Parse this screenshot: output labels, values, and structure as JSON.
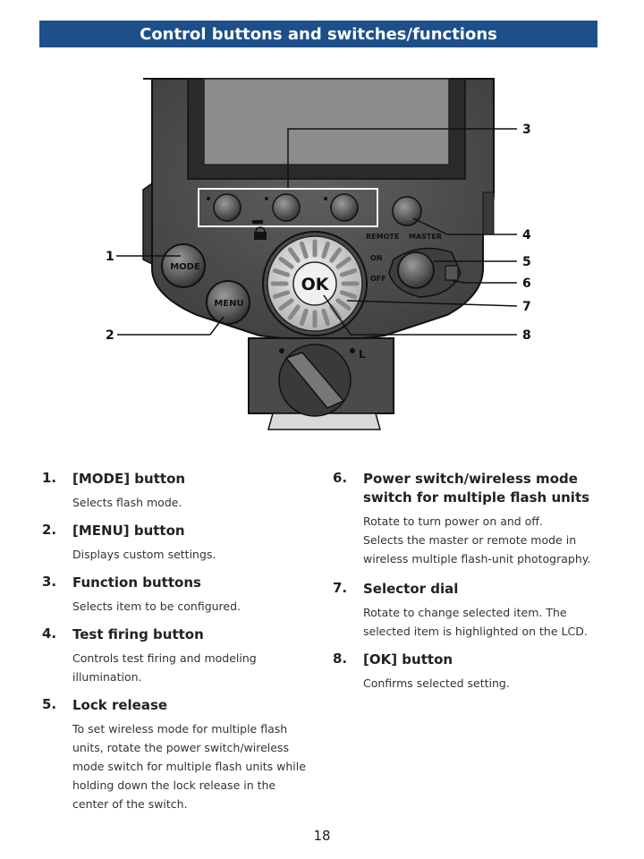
{
  "header": {
    "title": "Control buttons and switches/functions"
  },
  "diagram": {
    "callouts": [
      "1",
      "2",
      "3",
      "4",
      "5",
      "6",
      "7",
      "8"
    ],
    "labels": {
      "mode": "MODE",
      "menu": "MENU",
      "ok": "OK",
      "remote": "REMOTE",
      "master": "MASTER",
      "on": "ON",
      "off": "OFF",
      "lock_side": "L"
    }
  },
  "items": [
    {
      "num": "1.",
      "title": "[MODE] button",
      "desc": [
        "Selects flash mode."
      ]
    },
    {
      "num": "2.",
      "title": "[MENU] button",
      "desc": [
        "Displays custom settings."
      ]
    },
    {
      "num": "3.",
      "title": "Function buttons",
      "desc": [
        "Selects item to be configured."
      ]
    },
    {
      "num": "4.",
      "title": "Test firing button",
      "desc": [
        "Controls test firing and modeling",
        "illumination."
      ]
    },
    {
      "num": "5.",
      "title": "Lock release",
      "desc": [
        "To set wireless mode for multiple flash",
        "units, rotate the power switch/wireless",
        "mode switch for multiple flash units while",
        "holding down the lock release in the",
        "center of the switch."
      ]
    },
    {
      "num": "6.",
      "title": [
        "Power switch/wireless mode",
        "switch for multiple flash units"
      ],
      "desc": [
        "Rotate to turn power on and off.",
        "Selects the master or remote mode in",
        "wireless multiple flash-unit photography."
      ]
    },
    {
      "num": "7.",
      "title": "Selector dial",
      "desc": [
        "Rotate to change selected item. The",
        "selected item is highlighted on the LCD."
      ]
    },
    {
      "num": "8.",
      "title": "[OK] button",
      "desc": [
        "Confirms selected setting."
      ]
    }
  ],
  "page": {
    "number": "18"
  },
  "colors": {
    "header_bg": "#1d4f8a",
    "body_gray": "#4a4a4a",
    "dial_silver": "#c9c9c9"
  }
}
